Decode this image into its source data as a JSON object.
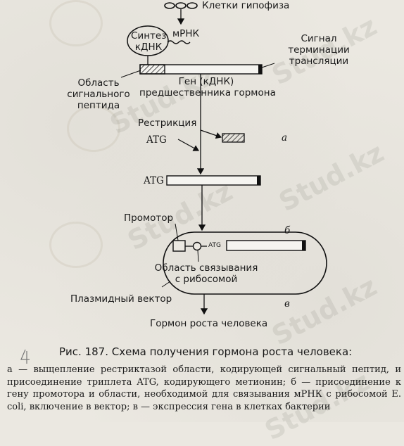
{
  "figure": {
    "pituitary_cells": "Клетки гипофиза",
    "synthesis_line1": "Синтез",
    "synthesis_line2": "кДНК",
    "mrna": "мРНК",
    "term_signal_line1": "Сигнал",
    "term_signal_line2": "терминации",
    "term_signal_line3": "трансляции",
    "signal_region_line1": "Область",
    "signal_region_line2": "сигнального",
    "signal_region_line3": "пептида",
    "gene_line1": "Ген (кДНК)",
    "gene_line2": "предшественника гормона",
    "restriction": "Рестрикция",
    "atg_1": "ATG",
    "atg_2": "ATG",
    "atg_3": "ATG",
    "label_a": "а",
    "promoter": "Промотор",
    "label_b": "б",
    "binding_line1": "Область связывания",
    "binding_line2": "с рибосомой",
    "plasmid_vector": "Плазмидный вектор",
    "label_v": "в",
    "product": "Гормон роста человека"
  },
  "caption": {
    "title": "Рис. 187. Схема получения гормона роста человека:",
    "body": "а — выщепление рестриктазой области, кодирующей сигнальный пептид, и присоединение триплета ATG, кодирующего метионин; б — присоединение к гену промотора и области, необходимой для связывания мРНК с рибосомой E. coli, включение в вектор; в — экспрессия гена в клетках бактерии"
  },
  "watermark": {
    "text": "Stud.kz"
  }
}
